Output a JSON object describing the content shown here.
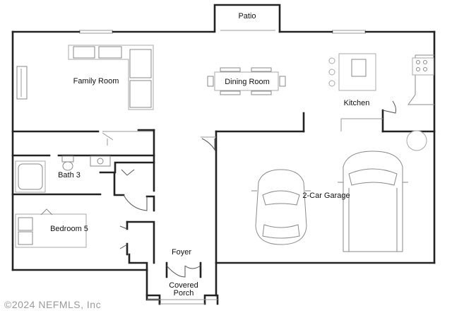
{
  "rooms": {
    "patio": "Patio",
    "family_room": "Family Room",
    "dining_room": "Dining Room",
    "kitchen": "Kitchen",
    "bath_3": "Bath 3",
    "garage": "2-Car Garage",
    "bedroom_5": "Bedroom 5",
    "foyer": "Foyer",
    "covered_porch_line1": "Covered",
    "covered_porch_line2": "Porch"
  },
  "watermark": "©2024 NEFMLS, Inc",
  "colors": {
    "wall": "#222222",
    "fixture": "#a8a8a8",
    "watermark": "#9a9a9a"
  }
}
